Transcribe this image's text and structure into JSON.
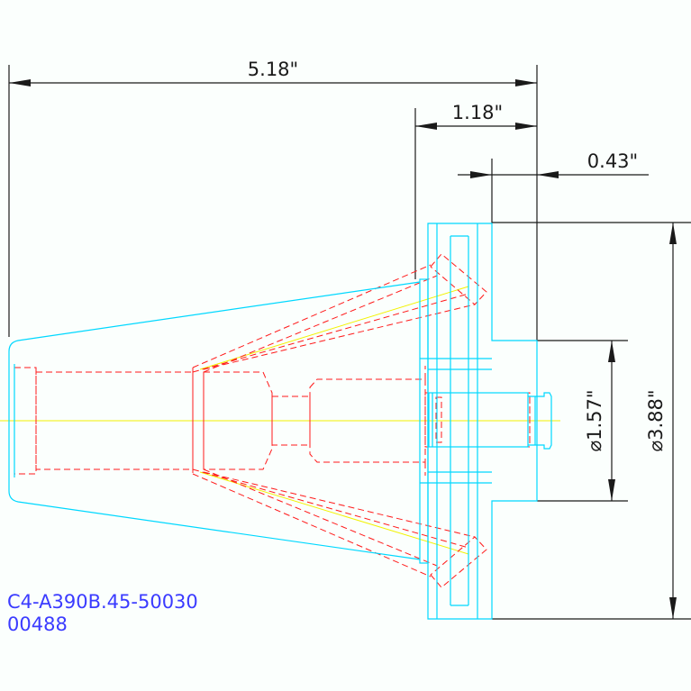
{
  "dimensions": {
    "overall_length": "5.18\"",
    "flange_length": "1.18\"",
    "face_offset": "0.43\"",
    "pilot_diameter": "⌀1.57\"",
    "flange_diameter": "⌀3.88\""
  },
  "part_number": "C4-A390B.45-50030",
  "drawing_code": "00488",
  "colors": {
    "background": "#fbfffd",
    "outline": "#00d8ff",
    "hidden": "#ff1a1a",
    "centerline": "#f2f200",
    "dimension": "#1a1a1a",
    "label": "#3b3bff"
  }
}
